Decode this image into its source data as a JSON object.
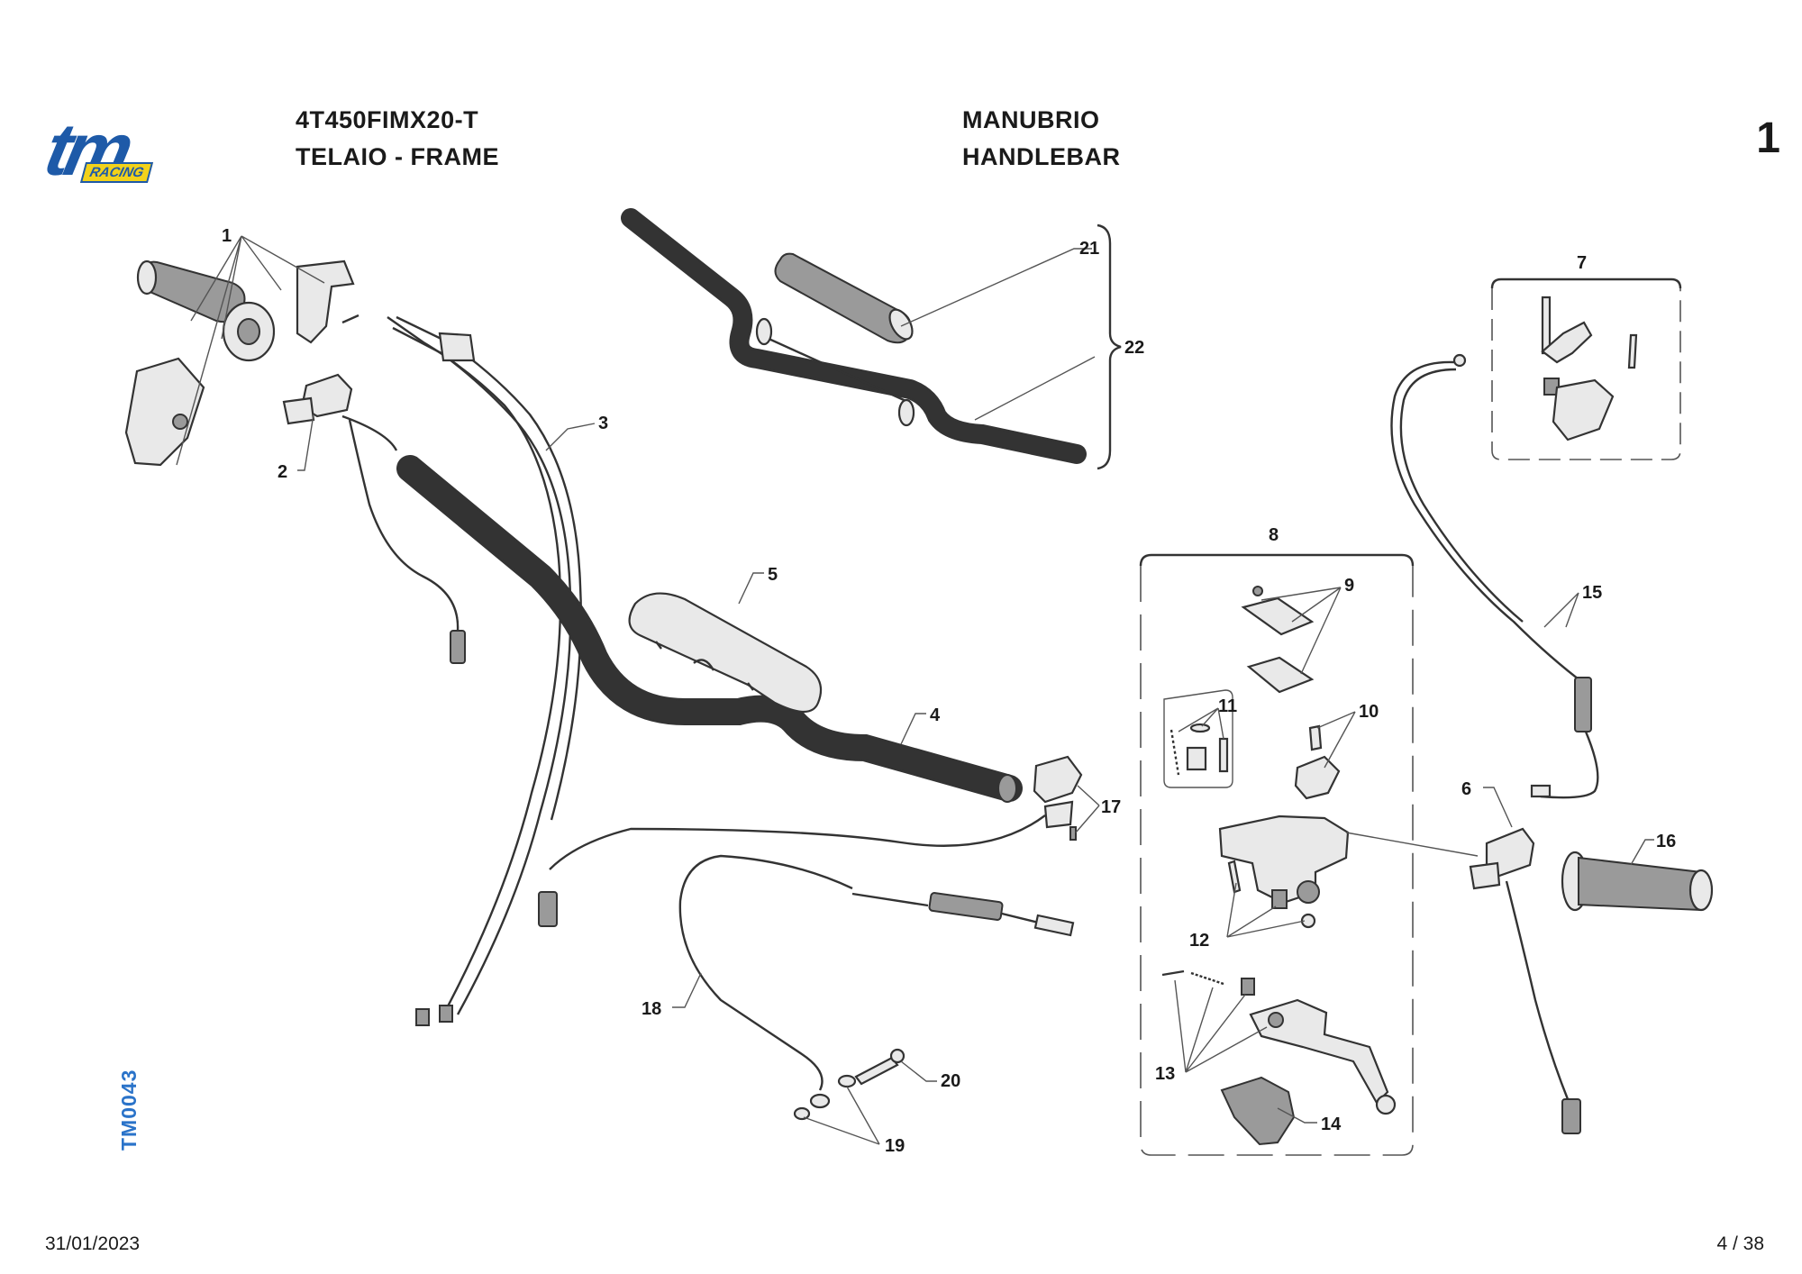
{
  "header": {
    "model_code": "4T450FIMX20-T",
    "group_title": "TELAIO - FRAME",
    "title_it": "MANUBRIO",
    "title_en": "HANDLEBAR",
    "page_badge": "1"
  },
  "logo": {
    "brand": "tm",
    "tagline": "RACING",
    "colors": {
      "blue": "#1e5aa8",
      "yellow": "#f2d21b"
    }
  },
  "side_code": "TM0043",
  "footer": {
    "date": "31/01/2023",
    "page": "4 / 38"
  },
  "callouts": [
    "1",
    "2",
    "3",
    "4",
    "5",
    "6",
    "7",
    "8",
    "9",
    "10",
    "11",
    "12",
    "13",
    "14",
    "15",
    "16",
    "17",
    "18",
    "19",
    "20",
    "21",
    "22"
  ]
}
